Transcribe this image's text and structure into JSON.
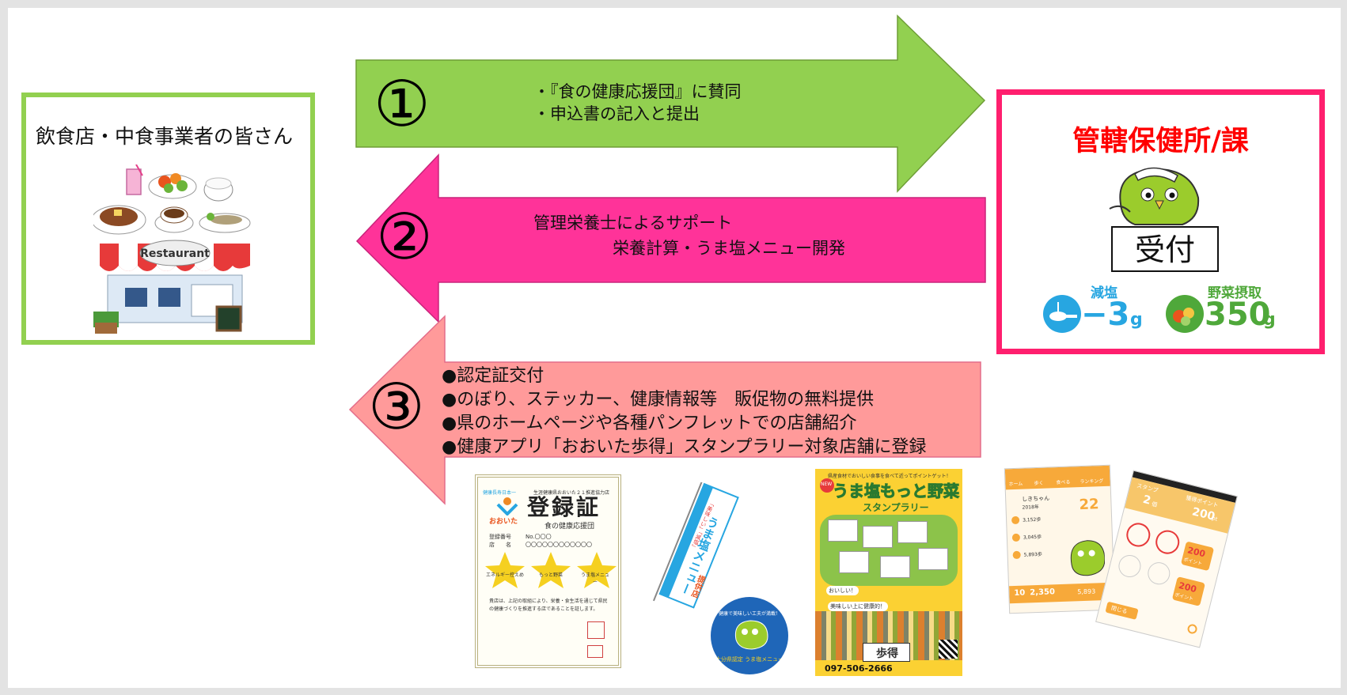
{
  "left_box": {
    "title": "飲食店・中食事業者の皆さん",
    "sign": "Restaurant"
  },
  "right_box": {
    "title": "管轄保健所/課",
    "reception": "受付",
    "salt": {
      "label": "減塩",
      "value": "−3",
      "unit": "g"
    },
    "veg": {
      "label": "野菜摂取",
      "value": "350",
      "unit": "g"
    }
  },
  "arrows": [
    {
      "number": "①",
      "lines": [
        "・『食の健康応援団』に賛同",
        "・申込書の記入と提出"
      ]
    },
    {
      "number": "②",
      "lines": [
        "管理栄養士によるサポート",
        "栄養計算・うま塩メニュー開発"
      ]
    },
    {
      "number": "③",
      "lines": [
        "●認定証交付",
        "●のぼり、ステッカー、健康情報等　販促物の無料提供",
        "●県のホームページや各種パンフレットでの店舗紹介",
        "●健康アプリ「おおいた歩得」スタンプラリー対象店舗に登録"
      ]
    }
  ],
  "certificate": {
    "top_left": "健康長寿日本一",
    "top_right": "生涯健康県おおいた２１推進協力店",
    "logo_text": "おおいた",
    "title": "登録証",
    "subtitle": "食の健康応援団",
    "row1_label": "登録番号",
    "row1_value": "No.〇〇〇",
    "row2_label": "店　　名",
    "row2_value": "〇〇〇〇〇〇〇〇〇〇〇〇",
    "stars": [
      "エネルギー控えめ",
      "もっと野菜",
      "うま塩メニュー"
    ],
    "body": "貴店は、上記の取組により、栄養・食生活を通じて県民の健康づくりを推進する店であることを証します。"
  },
  "banner": {
    "main": "うま塩メニュー",
    "sub": "提供店",
    "tag": "「美味しい」「減塩」"
  },
  "sticker": {
    "top": "健康で美味しい工夫が満載！",
    "bottom": "大分県認定 うま塩メニュー"
  },
  "poster": {
    "top": "県産食材でおいしい食事を食べて近ってポイントゲット！",
    "title": "うま塩もっと野菜",
    "subtitle": "スタンプラリー",
    "badge": "NEW",
    "bubble1": "おいしい！",
    "bubble2": "美味しい上に健康的！",
    "app_name": "歩得",
    "phone": "097-506-2666"
  },
  "phone1": {
    "tabs": [
      "ホーム",
      "歩く",
      "食べる",
      "ランキング"
    ],
    "user": "しきちゃん",
    "date": "2018年",
    "big": "22",
    "list": [
      "3,152歩",
      "3,045歩",
      "5,893歩"
    ],
    "day": "10",
    "steps": "2,350",
    "steps2": "5,893"
  },
  "phone2": {
    "header_left": "スタンプ",
    "header_right": "獲得ポイント",
    "stamps": "2",
    "points": "200",
    "unit": "個",
    "pt": "pt",
    "card1": "200",
    "card2": "200",
    "card_label": "ポイント",
    "button": "閉じる"
  },
  "colors": {
    "green_arrow": "#92d050",
    "pink_arrow": "#ff3399",
    "salmon_arrow": "#ff9a9a",
    "green_border": "#92d050",
    "pink_border": "#ff1f6e",
    "red_title": "#ff0000",
    "blue_accent": "#27a6e1",
    "orange_app": "#f7a93a"
  }
}
